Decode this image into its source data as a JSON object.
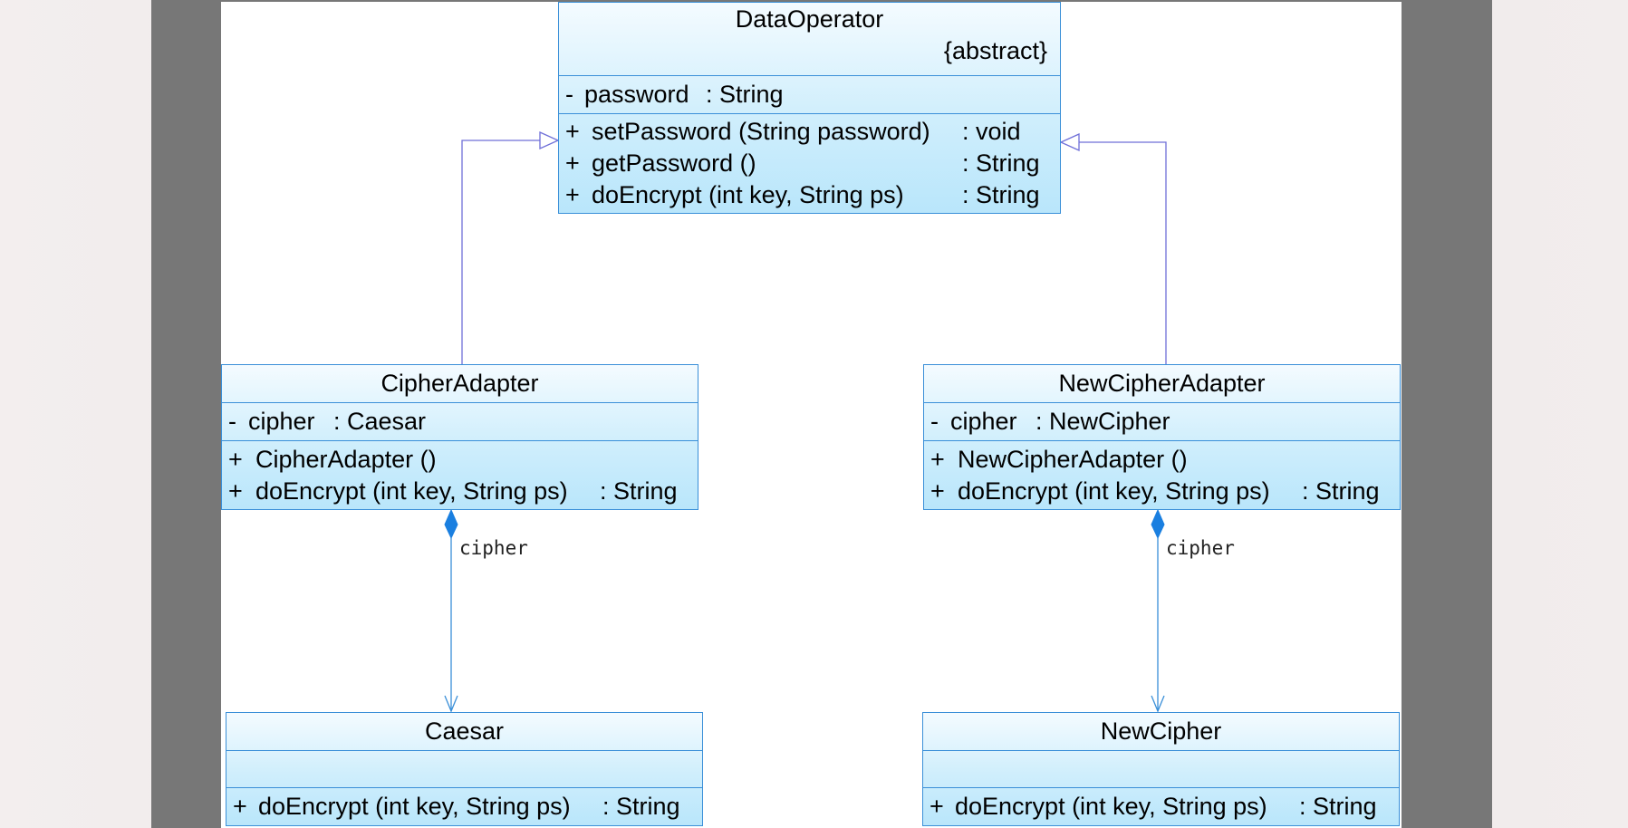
{
  "classes": {
    "data_operator": {
      "name": "DataOperator",
      "stereotype": "{abstract}",
      "attributes": [
        {
          "vis": "-",
          "name": "password",
          "type": ": String"
        }
      ],
      "operations": [
        {
          "vis": "+",
          "sig": "setPassword (String password)",
          "ret": ": void"
        },
        {
          "vis": "+",
          "sig": "getPassword ()",
          "ret": ": String"
        },
        {
          "vis": "+",
          "sig": "doEncrypt (int key, String ps)",
          "ret": ": String"
        }
      ]
    },
    "cipher_adapter": {
      "name": "CipherAdapter",
      "attributes": [
        {
          "vis": "-",
          "name": "cipher",
          "type": ": Caesar"
        }
      ],
      "operations": [
        {
          "vis": "+",
          "sig": "CipherAdapter ()",
          "ret": ""
        },
        {
          "vis": "+",
          "sig": "doEncrypt (int key, String ps)",
          "ret": ": String"
        }
      ]
    },
    "new_cipher_adapter": {
      "name": "NewCipherAdapter",
      "attributes": [
        {
          "vis": "-",
          "name": "cipher",
          "type": ": NewCipher"
        }
      ],
      "operations": [
        {
          "vis": "+",
          "sig": "NewCipherAdapter ()",
          "ret": ""
        },
        {
          "vis": "+",
          "sig": "doEncrypt (int key, String ps)",
          "ret": ": String"
        }
      ]
    },
    "caesar": {
      "name": "Caesar",
      "operations": [
        {
          "vis": "+",
          "sig": "doEncrypt (int key, String ps)",
          "ret": ": String"
        }
      ]
    },
    "new_cipher": {
      "name": "NewCipher",
      "operations": [
        {
          "vis": "+",
          "sig": "doEncrypt (int key, String ps)",
          "ret": ": String"
        }
      ]
    }
  },
  "relations": {
    "composition_left_role": "cipher",
    "composition_right_role": "cipher"
  },
  "colors": {
    "class_border": "#3a8fd8",
    "generalization_line": "#6f6fd8",
    "composition_line": "#3a8fd8",
    "frame": "#777777"
  }
}
